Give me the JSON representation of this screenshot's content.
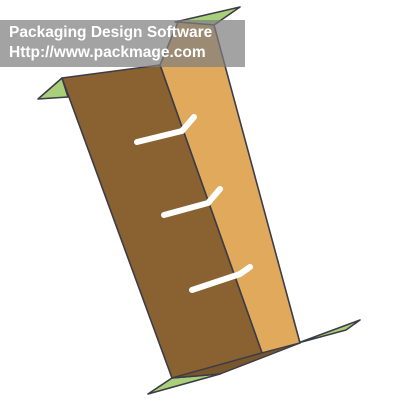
{
  "watermark": {
    "line1": "Packaging Design Software",
    "line2": "Http://www.packmage.com"
  },
  "colors": {
    "front_panel": "#8a6232",
    "side_panel": "#e0a95c",
    "flap": "#a9cf7a",
    "outline": "#3c3c46",
    "slot": "#ffffff",
    "watermark_bg": "#808080",
    "watermark_text": "#ffffff"
  },
  "illustration": {
    "subject": "folded cardboard display stand",
    "slot_count": 3,
    "flap_count": 4
  }
}
